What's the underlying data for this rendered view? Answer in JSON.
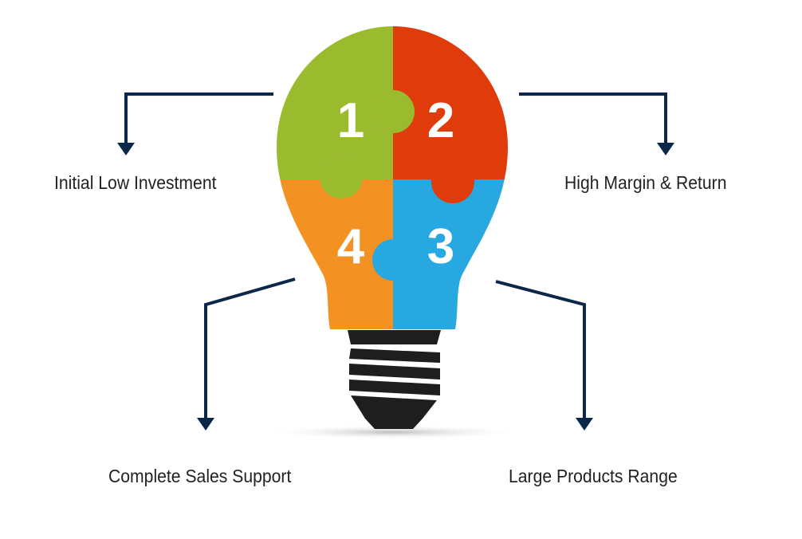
{
  "pieces": [
    {
      "number": "1",
      "color": "#9bbb2f"
    },
    {
      "number": "2",
      "color": "#e03b0b"
    },
    {
      "number": "3",
      "color": "#27a8e0"
    },
    {
      "number": "4",
      "color": "#f39223"
    }
  ],
  "labels": {
    "top_left": "Initial Low Investment",
    "top_right": "High Margin & Return",
    "bottom_left": "Complete Sales Support",
    "bottom_right": "Large Products Range"
  },
  "colors": {
    "arrow": "#0b2749",
    "base": "#1e1e1e"
  }
}
